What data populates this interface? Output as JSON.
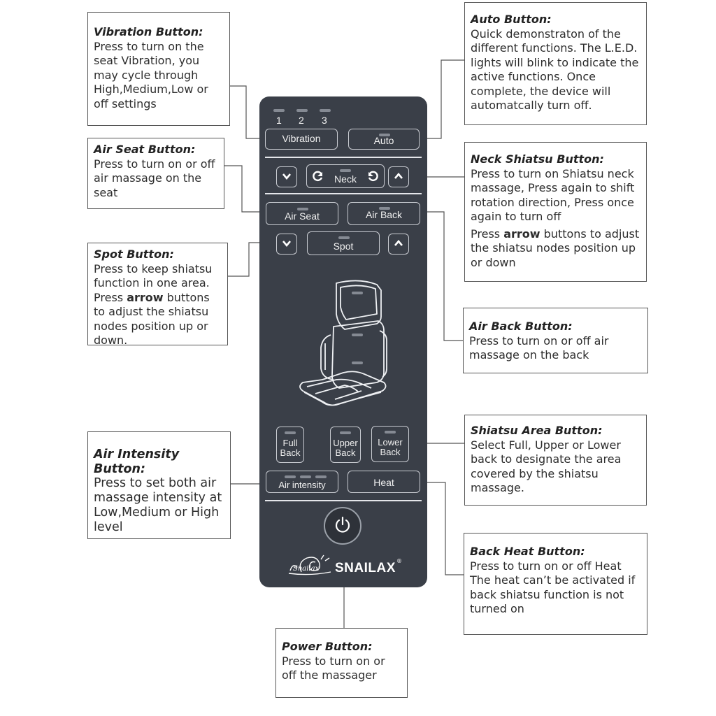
{
  "callouts": {
    "vibration": {
      "title": "Vibration Button:",
      "body": "Press to turn on the seat Vibration, you may cycle through High,Medium,Low or off settings"
    },
    "air_seat": {
      "title": "Air Seat Button:",
      "body": "Press to turn on or off air massage on the seat"
    },
    "spot": {
      "title": "Spot Button:",
      "body_pre": "Press to keep shiatsu function in one area. Press ",
      "body_bold": "arrow",
      "body_post": " buttons to adjust the shiatsu nodes position up or down."
    },
    "air_intensity": {
      "title": "Air Intensity Button:",
      "body": "Press to set both air massage intensity at Low,Medium or High level"
    },
    "auto": {
      "title": "Auto Button:",
      "body": "Quick demonstraton of the different functions. The L.E.D. lights will blink to indicate the active functions. Once complete, the device will automatcally turn off."
    },
    "neck_shiatsu": {
      "title": "Neck Shiatsu Button:",
      "body": "Press to turn on Shiatsu neck massage, Press again to shift rotation direction, Press once again to turn off",
      "body2_pre": "Press ",
      "body2_bold": "arrow",
      "body2_post": " buttons to adjust the shiatsu nodes position up or down"
    },
    "air_back": {
      "title": "Air Back Button:",
      "body": "Press to turn on or off air massage on the back"
    },
    "shiatsu_area": {
      "title": "Shiatsu Area Button:",
      "body": "Select Full, Upper or Lower back to designate the area covered by the shiatsu massage."
    },
    "back_heat": {
      "title": "Back Heat Button:",
      "body": "Press to turn on or off Heat The heat can’t be activated if back shiatsu function is not turned on"
    },
    "power": {
      "title": "Power Button:",
      "body": "Press to  turn on or off the massager"
    }
  },
  "remote": {
    "levels": [
      "1",
      "2",
      "3"
    ],
    "vibration_label": "Vibration",
    "auto_label": "Auto",
    "neck_label": "Neck",
    "air_seat_label": "Air Seat",
    "air_back_label": "Air Back",
    "spot_label": "Spot",
    "full_back_label": "Full\nBack",
    "upper_back_label": "Upper\nBack",
    "lower_back_label": "Lower\nBack",
    "air_intensity_label": "Air intensity",
    "heat_label": "Heat",
    "brand": "SNAILAX",
    "brand_mark": "®",
    "brand_script": "Snailax",
    "arrow_up_icon": "chevron-up-icon",
    "arrow_down_icon": "chevron-down-icon"
  },
  "colors": {
    "remote_body": "#3a3f48",
    "button_border": "#c9ccd2",
    "led": "#858a93"
  }
}
